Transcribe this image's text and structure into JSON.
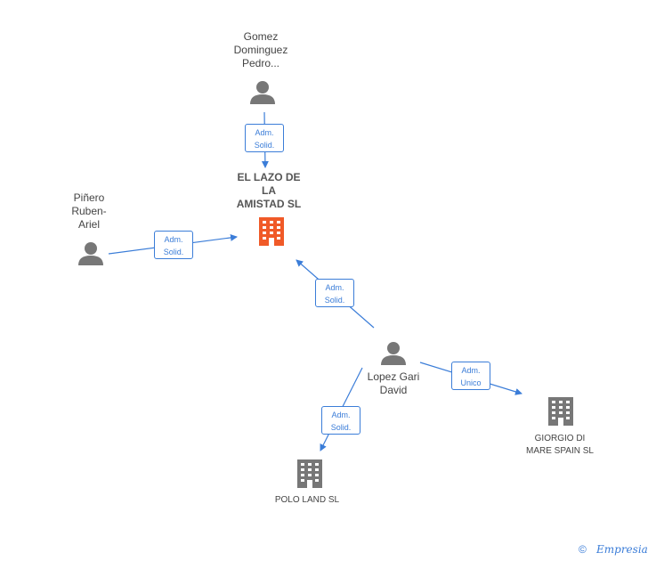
{
  "nodes": {
    "person_gomez": {
      "label": "Gomez\nDominguez\nPedro..."
    },
    "company_lazo": {
      "label": "EL LAZO DE\nLA\nAMISTAD SL"
    },
    "person_pinero": {
      "label": "Piñero\nRuben-\nAriel"
    },
    "person_lopez": {
      "label": "Lopez Gari\nDavid"
    },
    "company_giorgio": {
      "label": "GIORGIO DI\nMARE SPAIN  SL"
    },
    "company_polo": {
      "label": "POLO LAND SL"
    }
  },
  "edges": {
    "gomez_lazo": {
      "role": "Adm.\nSolid."
    },
    "pinero_lazo": {
      "role": "Adm.\nSolid."
    },
    "lopez_lazo": {
      "role": "Adm.\nSolid."
    },
    "lopez_giorgio": {
      "role": "Adm.\nUnico"
    },
    "lopez_polo": {
      "role": "Adm.\nSolid."
    }
  },
  "colors": {
    "edge": "#3b7dd8",
    "person_icon": "#777777",
    "company_icon": "#777777",
    "company_main_icon": "#f05a28"
  },
  "footer": {
    "copyright_symbol": "©",
    "brand": "Empresia"
  }
}
